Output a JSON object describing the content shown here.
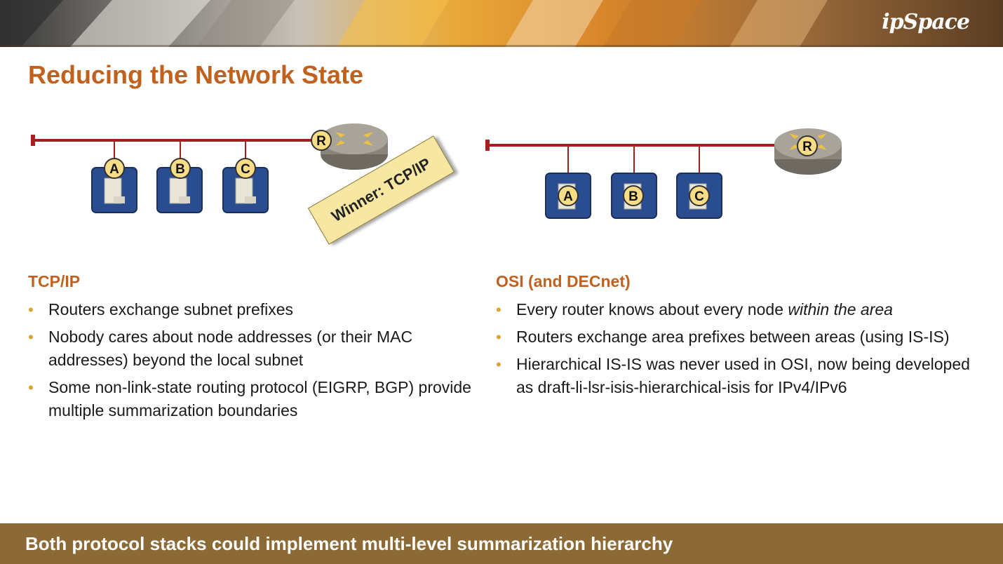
{
  "header": {
    "logo": "ipSpace"
  },
  "title": "Reducing the Network State",
  "left_diagram": {
    "router_label": "R",
    "host_labels": [
      "A",
      "B",
      "C"
    ],
    "stamp": "Winner: TCP/IP"
  },
  "right_diagram": {
    "router_label": "R",
    "host_labels": [
      "A",
      "B",
      "C"
    ]
  },
  "left": {
    "heading": "TCP/IP",
    "bullets": [
      "Routers exchange subnet prefixes",
      "Nobody cares about node addresses (or their MAC addresses) beyond the local subnet",
      "Some non-link-state routing protocol (EIGRP, BGP) provide multiple summarization boundaries"
    ]
  },
  "right": {
    "heading": "OSI (and DECnet)",
    "bullet0_plain": "Every router knows about every node ",
    "bullet0_italic": "within the area",
    "bullets": [
      "Routers exchange area prefixes between areas (using IS-IS)",
      "Hierarchical IS-IS was never used in OSI, now being developed as draft-li-lsr-isis-hierarchical-isis for IPv4/IPv6"
    ]
  },
  "footer": "Both protocol stacks could implement multi-level summarization hierarchy",
  "colors": {
    "accent": "#c0621e",
    "bullet": "#e0a030",
    "footer_bg": "#8b6a35",
    "segment": "#a32020",
    "host_box": "#2a4d8f"
  }
}
